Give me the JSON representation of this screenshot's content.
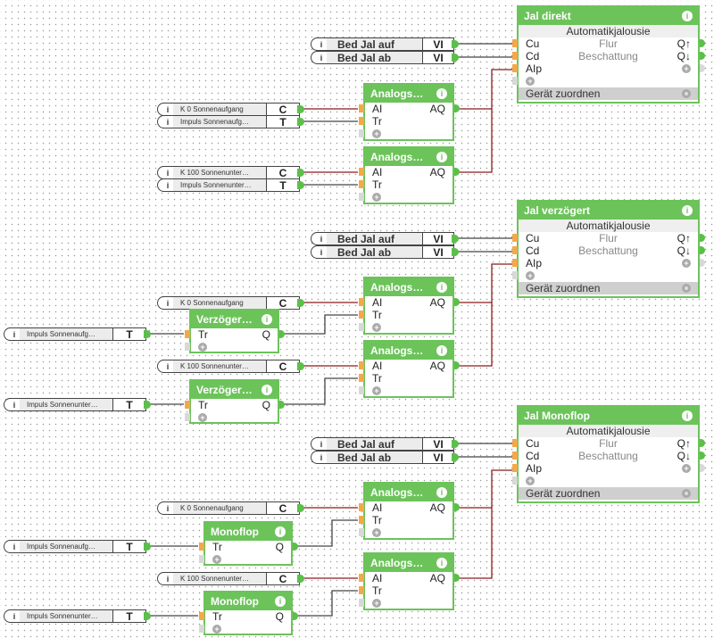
{
  "colors": {
    "block_green": "#6cc35a",
    "wire_red": "#8b1a1a",
    "wire_grey": "#444444",
    "input_pin": "#f5a84a",
    "output_pin": "#5bbf4a"
  },
  "icons": {
    "info": "info-icon",
    "add": "plus-icon",
    "settings": "gear-icon"
  },
  "sections": [
    {
      "jal": {
        "title": "Jal direkt",
        "type": "Automatikjalousie",
        "inputs": [
          "Cu",
          "Cd",
          "AIp"
        ],
        "outputs": [
          "Q↑",
          "Q↓"
        ],
        "mid_labels": [
          "Flur",
          "Beschattung"
        ],
        "footer": "Gerät zuordnen"
      },
      "bed_refs": [
        {
          "label": "Bed Jal auf",
          "type": "VI"
        },
        {
          "label": "Bed Jal ab",
          "type": "VI"
        }
      ],
      "analog": [
        {
          "title": "Analogs…",
          "inputs": [
            "AI",
            "Tr"
          ],
          "output": "AQ",
          "refs": [
            {
              "label": "K 0 Sonnenaufgang",
              "type": "C"
            },
            {
              "label": "Impuls  Sonnenaufg…",
              "type": "T"
            }
          ]
        },
        {
          "title": "Analogs…",
          "inputs": [
            "AI",
            "Tr"
          ],
          "output": "AQ",
          "refs": [
            {
              "label": "K 100 Sonnenunter…",
              "type": "C"
            },
            {
              "label": "Impuls  Sonnenunter…",
              "type": "T"
            }
          ]
        }
      ]
    },
    {
      "jal": {
        "title": "Jal verzögert",
        "type": "Automatikjalousie",
        "inputs": [
          "Cu",
          "Cd",
          "AIp"
        ],
        "outputs": [
          "Q↑",
          "Q↓"
        ],
        "mid_labels": [
          "Flur",
          "Beschattung"
        ],
        "footer": "Gerät zuordnen"
      },
      "bed_refs": [
        {
          "label": "Bed Jal auf",
          "type": "VI"
        },
        {
          "label": "Bed Jal ab",
          "type": "VI"
        }
      ],
      "analog": [
        {
          "title": "Analogs…",
          "inputs": [
            "AI",
            "Tr"
          ],
          "output": "AQ",
          "ref_c": {
            "label": "K 0 Sonnenaufgang",
            "type": "C"
          },
          "timer": {
            "title": "Verzöger…",
            "input": "Tr",
            "output": "Q",
            "ref": {
              "label": "Impuls  Sonnenaufg…",
              "type": "T"
            }
          }
        },
        {
          "title": "Analogs…",
          "inputs": [
            "AI",
            "Tr"
          ],
          "output": "AQ",
          "ref_c": {
            "label": "K 100 Sonnenunter…",
            "type": "C"
          },
          "timer": {
            "title": "Verzöger…",
            "input": "Tr",
            "output": "Q",
            "ref": {
              "label": "Impuls  Sonnenunter…",
              "type": "T"
            }
          }
        }
      ]
    },
    {
      "jal": {
        "title": "Jal Monoflop",
        "type": "Automatikjalousie",
        "inputs": [
          "Cu",
          "Cd",
          "AIp"
        ],
        "outputs": [
          "Q↑",
          "Q↓"
        ],
        "mid_labels": [
          "Flur",
          "Beschattung"
        ],
        "footer": "Gerät zuordnen"
      },
      "bed_refs": [
        {
          "label": "Bed Jal auf",
          "type": "VI"
        },
        {
          "label": "Bed Jal ab",
          "type": "VI"
        }
      ],
      "analog": [
        {
          "title": "Analogs…",
          "inputs": [
            "AI",
            "Tr"
          ],
          "output": "AQ",
          "ref_c": {
            "label": "K 0 Sonnenaufgang",
            "type": "C"
          },
          "timer": {
            "title": "Monoflop",
            "input": "Tr",
            "output": "Q",
            "ref": {
              "label": "Impuls  Sonnenaufg…",
              "type": "T"
            }
          }
        },
        {
          "title": "Analogs…",
          "inputs": [
            "AI",
            "Tr"
          ],
          "output": "AQ",
          "ref_c": {
            "label": "K 100 Sonnenunter…",
            "type": "C"
          },
          "timer": {
            "title": "Monoflop",
            "input": "Tr",
            "output": "Q",
            "ref": {
              "label": "Impuls  Sonnenunter…",
              "type": "T"
            }
          }
        }
      ]
    }
  ]
}
